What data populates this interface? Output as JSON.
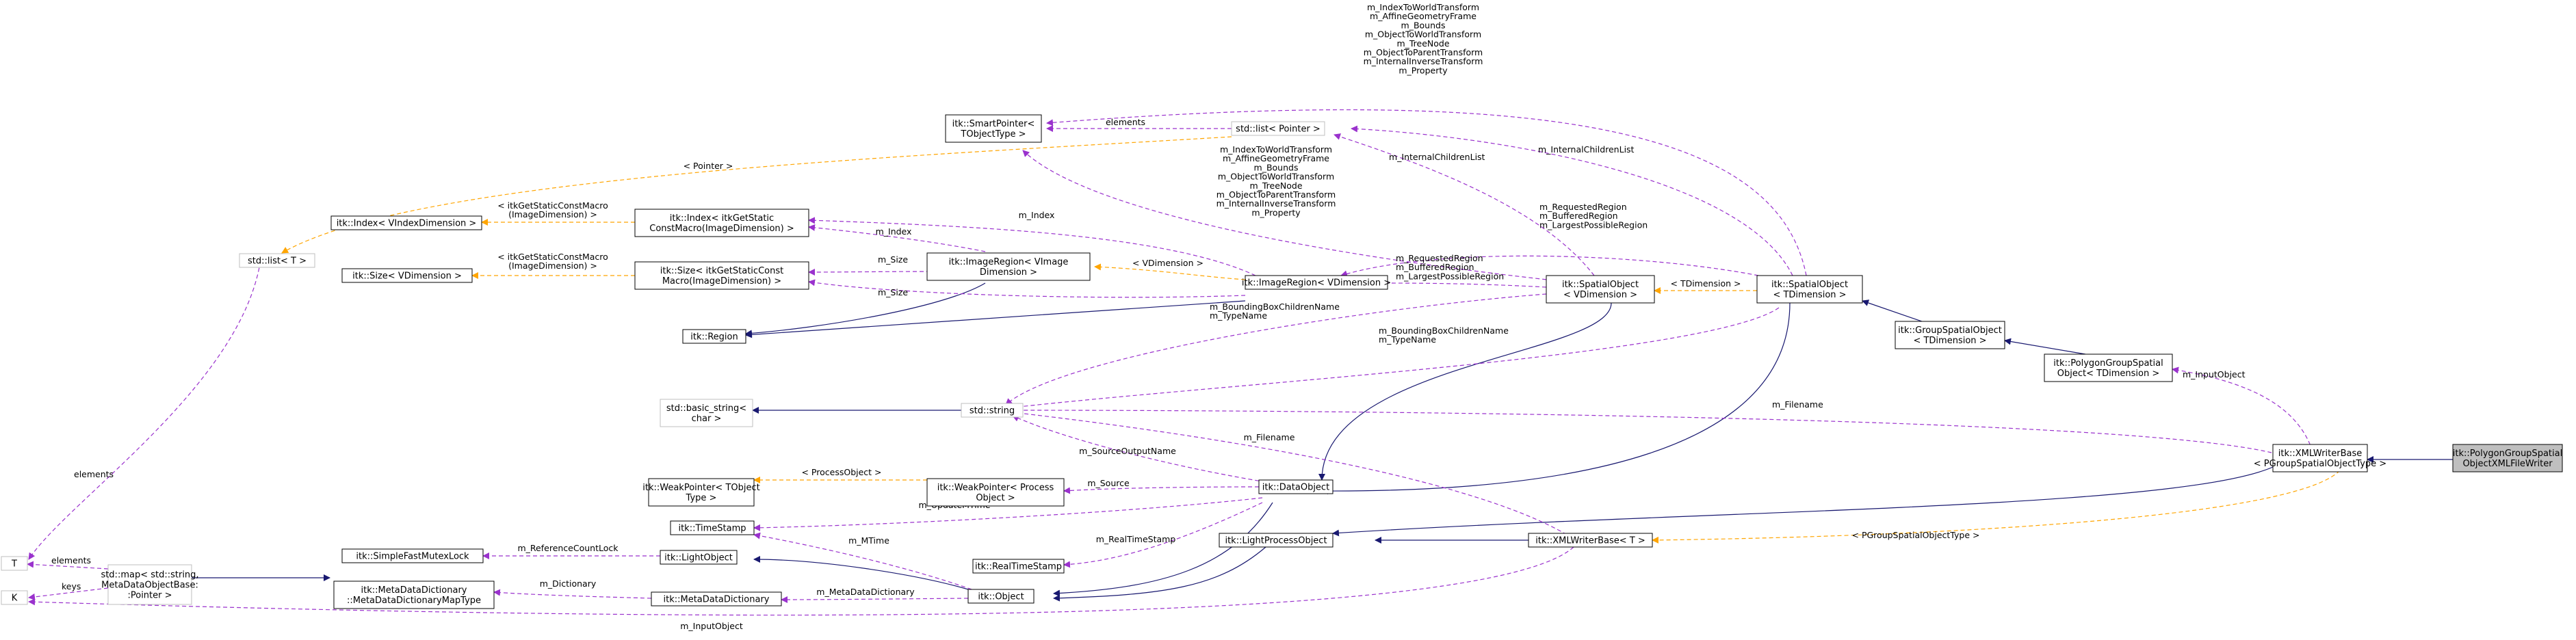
{
  "nodes": [
    {
      "id": "n_focus",
      "lines": [
        "itk::PolygonGroupSpatial",
        "ObjectXMLFileWriter"
      ],
      "style": "focus"
    },
    {
      "id": "n_xmlwb_pg",
      "lines": [
        "itk::XMLWriterBase",
        "< PGroupSpatialObjectType >"
      ],
      "style": "solid"
    },
    {
      "id": "n_pgso",
      "lines": [
        "itk::PolygonGroupSpatial",
        "Object< TDimension >"
      ],
      "style": "solid"
    },
    {
      "id": "n_gso",
      "lines": [
        "itk::GroupSpatialObject",
        "< TDimension >"
      ],
      "style": "solid"
    },
    {
      "id": "n_so_t",
      "lines": [
        "itk::SpatialObject",
        "< TDimension >"
      ],
      "style": "solid"
    },
    {
      "id": "n_so_v",
      "lines": [
        "itk::SpatialObject",
        "< VDimension >"
      ],
      "style": "solid"
    },
    {
      "id": "n_xmlwb_t",
      "lines": [
        "itk::XMLWriterBase< T >"
      ],
      "style": "solid"
    },
    {
      "id": "n_lpo",
      "lines": [
        "itk::LightProcessObject"
      ],
      "style": "solid"
    },
    {
      "id": "n_dataobject",
      "lines": [
        "itk::DataObject"
      ],
      "style": "solid"
    },
    {
      "id": "n_object",
      "lines": [
        "itk::Object"
      ],
      "style": "solid"
    },
    {
      "id": "n_lightobject",
      "lines": [
        "itk::LightObject"
      ],
      "style": "solid"
    },
    {
      "id": "n_mdd",
      "lines": [
        "itk::MetaDataDictionary"
      ],
      "style": "solid"
    },
    {
      "id": "n_mddmap",
      "lines": [
        "itk::MetaDataDictionary",
        "::MetaDataDictionaryMapType"
      ],
      "style": "solid"
    },
    {
      "id": "n_sfml",
      "lines": [
        "itk::SimpleFastMutexLock"
      ],
      "style": "solid"
    },
    {
      "id": "n_timestamp",
      "lines": [
        "itk::TimeStamp"
      ],
      "style": "solid"
    },
    {
      "id": "n_rts",
      "lines": [
        "itk::RealTimeStamp"
      ],
      "style": "solid"
    },
    {
      "id": "n_wp_po",
      "lines": [
        "itk::WeakPointer< Process",
        "Object >"
      ],
      "style": "solid"
    },
    {
      "id": "n_wp_t",
      "lines": [
        "itk::WeakPointer< TObject",
        "Type >"
      ],
      "style": "solid"
    },
    {
      "id": "n_string",
      "lines": [
        "std::string"
      ],
      "style": "gray"
    },
    {
      "id": "n_basic_string",
      "lines": [
        "std::basic_string<",
        "char >"
      ],
      "style": "gray"
    },
    {
      "id": "n_stdmap",
      "lines": [
        "std::map< std::string,",
        "MetaDataObjectBase:",
        ":Pointer >"
      ],
      "style": "gray"
    },
    {
      "id": "n_T",
      "lines": [
        "T"
      ],
      "style": "gray"
    },
    {
      "id": "n_K",
      "lines": [
        "K"
      ],
      "style": "gray"
    },
    {
      "id": "n_stdlist_t",
      "lines": [
        "std::list< T >"
      ],
      "style": "gray"
    },
    {
      "id": "n_stdlist_ptr",
      "lines": [
        "std::list< Pointer >"
      ],
      "style": "gray"
    },
    {
      "id": "n_smartptr",
      "lines": [
        "itk::SmartPointer<",
        "TObjectType >"
      ],
      "style": "solid"
    },
    {
      "id": "n_imageregion_v",
      "lines": [
        "itk::ImageRegion< VDimension >"
      ],
      "style": "solid"
    },
    {
      "id": "n_imageregion_vi",
      "lines": [
        "itk::ImageRegion< VImage",
        "Dimension >"
      ],
      "style": "solid"
    },
    {
      "id": "n_region",
      "lines": [
        "itk::Region"
      ],
      "style": "solid"
    },
    {
      "id": "n_index_itk",
      "lines": [
        "itk::Index< itkGetStatic",
        "ConstMacro(ImageDimension) >"
      ],
      "style": "solid"
    },
    {
      "id": "n_size_itk",
      "lines": [
        "itk::Size< itkGetStaticConst",
        "Macro(ImageDimension) >"
      ],
      "style": "solid"
    },
    {
      "id": "n_index_v",
      "lines": [
        "itk::Index< VIndexDimension >"
      ],
      "style": "solid"
    },
    {
      "id": "n_size_v",
      "lines": [
        "itk::Size< VDimension >"
      ],
      "style": "solid"
    }
  ],
  "edge_labels": [
    {
      "id": "l_inputobject_right",
      "lines": [
        "m_InputObject"
      ]
    },
    {
      "id": "l_filename_right",
      "lines": [
        "m_Filename"
      ]
    },
    {
      "id": "l_pgroup_type",
      "lines": [
        "< PGroupSpatialObjectType >"
      ]
    },
    {
      "id": "l_tdimension",
      "lines": [
        "< TDimension >"
      ]
    },
    {
      "id": "l_filename_mid",
      "lines": [
        "m_Filename"
      ]
    },
    {
      "id": "l_bbox_right",
      "lines": [
        "m_BoundingBoxChildrenName",
        "m_TypeName"
      ]
    },
    {
      "id": "l_bbox_left",
      "lines": [
        "m_BoundingBoxChildrenName",
        "m_TypeName"
      ]
    },
    {
      "id": "l_regions_right",
      "lines": [
        "m_RequestedRegion",
        "m_BufferedRegion",
        "m_LargestPossibleRegion"
      ]
    },
    {
      "id": "l_regions_left",
      "lines": [
        "m_RequestedRegion",
        "m_BufferedRegion",
        "m_LargestPossibleRegion"
      ]
    },
    {
      "id": "l_internal_children_right",
      "lines": [
        "m_InternalChildrenList"
      ]
    },
    {
      "id": "l_internal_children_left",
      "lines": [
        "m_InternalChildrenList"
      ]
    },
    {
      "id": "l_transforms_top",
      "lines": [
        "m_IndexToWorldTransform",
        "m_AffineGeometryFrame",
        "m_Bounds",
        "m_ObjectToWorldTransform",
        "m_TreeNode",
        "m_ObjectToParentTransform",
        "m_InternalInverseTransform",
        "m_Property"
      ]
    },
    {
      "id": "l_transforms_mid",
      "lines": [
        "m_IndexToWorldTransform",
        "m_AffineGeometryFrame",
        "m_Bounds",
        "m_ObjectToWorldTransform",
        "m_TreeNode",
        "m_ObjectToParentTransform",
        "m_InternalInverseTransform",
        "m_Property"
      ]
    },
    {
      "id": "l_elements_top",
      "lines": [
        "elements"
      ]
    },
    {
      "id": "l_pointer",
      "lines": [
        "< Pointer >"
      ]
    },
    {
      "id": "l_index",
      "lines": [
        "m_Index"
      ]
    },
    {
      "id": "l_index2",
      "lines": [
        "m_Index"
      ]
    },
    {
      "id": "l_size",
      "lines": [
        "m_Size"
      ]
    },
    {
      "id": "l_size2",
      "lines": [
        "m_Size"
      ]
    },
    {
      "id": "l_vdimension",
      "lines": [
        "< VDimension >"
      ]
    },
    {
      "id": "l_getstatic_index",
      "lines": [
        "< itkGetStaticConstMacro",
        "(ImageDimension) >"
      ]
    },
    {
      "id": "l_getstatic_size",
      "lines": [
        "< itkGetStaticConstMacro",
        "(ImageDimension) >"
      ]
    },
    {
      "id": "l_source_output",
      "lines": [
        "m_SourceOutputName"
      ]
    },
    {
      "id": "l_source",
      "lines": [
        "m_Source"
      ]
    },
    {
      "id": "l_process_object",
      "lines": [
        "< ProcessObject >"
      ]
    },
    {
      "id": "l_update_mtime",
      "lines": [
        "m_UpdateMTime"
      ]
    },
    {
      "id": "l_mtime",
      "lines": [
        "m_MTime"
      ]
    },
    {
      "id": "l_realtimestamp",
      "lines": [
        "m_RealTimeStamp"
      ]
    },
    {
      "id": "l_refcountlock",
      "lines": [
        "m_ReferenceCountLock"
      ]
    },
    {
      "id": "l_dictionary",
      "lines": [
        "m_Dictionary"
      ]
    },
    {
      "id": "l_metadatadictionary",
      "lines": [
        "m_MetaDataDictionary"
      ]
    },
    {
      "id": "l_elements_left",
      "lines": [
        "elements"
      ]
    },
    {
      "id": "l_elements_map",
      "lines": [
        "elements"
      ]
    },
    {
      "id": "l_keys",
      "lines": [
        "keys"
      ]
    },
    {
      "id": "l_inputobject_bottom",
      "lines": [
        "m_InputObject"
      ]
    }
  ],
  "colors": {
    "inheritance": "#191970",
    "usage": "#9a32cd",
    "template": "#ffa500",
    "focus_fill": "#bfbfbf",
    "gray_border": "#bfbfbf",
    "node_border": "#000000"
  }
}
